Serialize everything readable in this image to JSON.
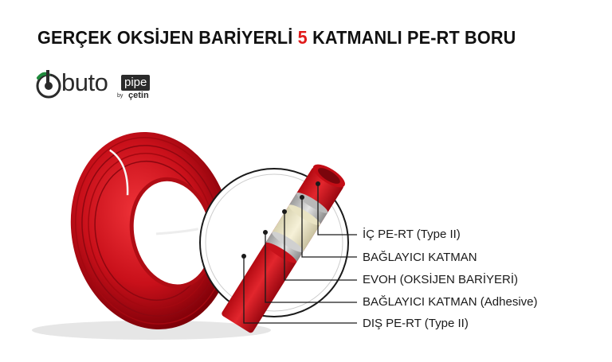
{
  "title": {
    "prefix": "GERÇEK OKSİJEN BARİYERLİ ",
    "number": "5",
    "suffix": " KATMANLI PE-RT BORU"
  },
  "logo": {
    "word": "buto",
    "pipe": "pipe",
    "by": "by",
    "brand": "çetin"
  },
  "layers": [
    "İÇ PE-RT  (Type II)",
    "BAĞLAYICI KATMAN",
    "EVOH (OKSİJEN BARİYERİ)",
    "BAĞLAYICI KATMAN (Adhesive)",
    "DIŞ PE-RT (Type II)"
  ],
  "colors": {
    "accent": "#e01a1a",
    "pipe_red": "#d4141a",
    "logo_green": "#1f8a3c",
    "text": "#1a1a1a"
  }
}
